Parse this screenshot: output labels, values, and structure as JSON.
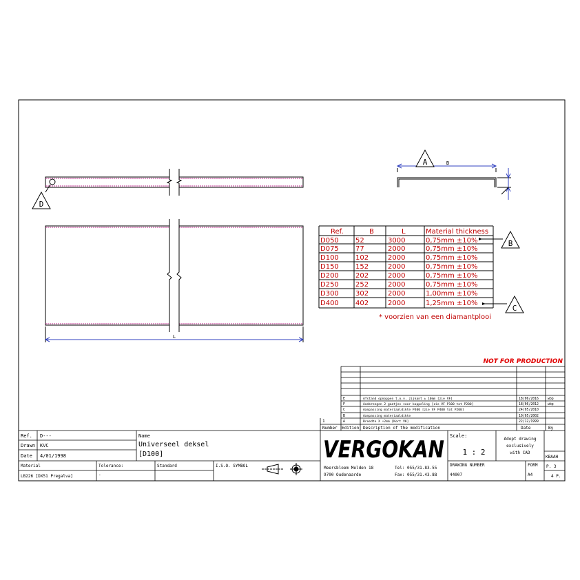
{
  "callouts": {
    "a": "A",
    "b": "B",
    "c": "C",
    "d": "D"
  },
  "dims": {
    "b": "B",
    "l": "L"
  },
  "table": {
    "headers": [
      "Ref.",
      "B",
      "L",
      "Material thickness"
    ],
    "rows": [
      [
        "D050",
        "52",
        "3000",
        "0,75mm ±10%"
      ],
      [
        "D075",
        "77",
        "2000",
        "0,75mm ±10%"
      ],
      [
        "D100",
        "102",
        "2000",
        "0,75mm ±10%"
      ],
      [
        "D150",
        "152",
        "2000",
        "0,75mm ±10%"
      ],
      [
        "D200",
        "202",
        "2000",
        "0,75mm ±10%"
      ],
      [
        "D250",
        "252",
        "2000",
        "0,75mm ±10%"
      ],
      [
        "D300",
        "302",
        "2000",
        "1,00mm ±10%"
      ],
      [
        "D400",
        "402",
        "2000",
        "1,25mm ±10%"
      ]
    ],
    "note": "* voorzien van een diamantplooi"
  },
  "stamp": "NOT FOR PRODUCTION",
  "revisions": {
    "rows": [
      {
        "letter": "E",
        "text": "Afstand opnoppen t.o.v. zijkant ± 10mm [zie VF]",
        "date": "18/06/2016",
        "by": "wbp"
      },
      {
        "letter": "F",
        "text": "Aanbrengen 2 gaatjes voor koppeling [zie VF P100 tot P200]",
        "date": "18/06/2012",
        "by": "wbp"
      },
      {
        "letter": "C",
        "text": "Aanpassing materiaaldikte P400 [zie VF P400 tot P200]",
        "date": "24/05/2010",
        "by": ""
      },
      {
        "letter": "B",
        "text": "Aanpassing materiaaldikte",
        "date": "10/05/2002",
        "by": ""
      },
      {
        "letter": "A",
        "text": "Breedte X +2mm [Kort VK]",
        "date": "22/12/1999",
        "by": ""
      }
    ],
    "index": "1",
    "number_label": "Number",
    "edition_label": "Edition",
    "description_label": "Description of the modification",
    "date_label": "Date",
    "by_label": "By"
  },
  "title_block": {
    "ref_label": "Ref.",
    "ref_value": "D---",
    "drawn_label": "Drawn",
    "drawn_value": "KVC",
    "date_label": "Date",
    "date_value": "4/01/1998",
    "name_label": "Name",
    "name_line1": "Universeel deksel",
    "name_line2": "[D100]",
    "material_label": "Material",
    "material_value": "LB226 [DX51 Pregalva]",
    "tolerance_label": "Tolerance:",
    "tolerance_value": "-",
    "standard_label": "Standard",
    "iso_label": "I.S.O. SYMBOL",
    "logo": "VERGOKAN",
    "address_line1": "Meersbloem Melden 18",
    "address_line2": "9700 Oudenaarde",
    "tel": "Tel: 055/31.83.55",
    "fax": "Fax: 055/31.43.88",
    "scale_label": "Scale:",
    "scale_value": "1 : 2",
    "adopt_line1": "Adopt drawing",
    "adopt_line2": "exclusively",
    "adopt_line3": "with CAD",
    "code": "KBAAH",
    "drawing_number_label": "DRAWING NUMBER",
    "drawing_number": "44007",
    "form_label": "FORM",
    "form_value": "A4",
    "page_label": "P. 3",
    "pages_label": "4 P."
  }
}
